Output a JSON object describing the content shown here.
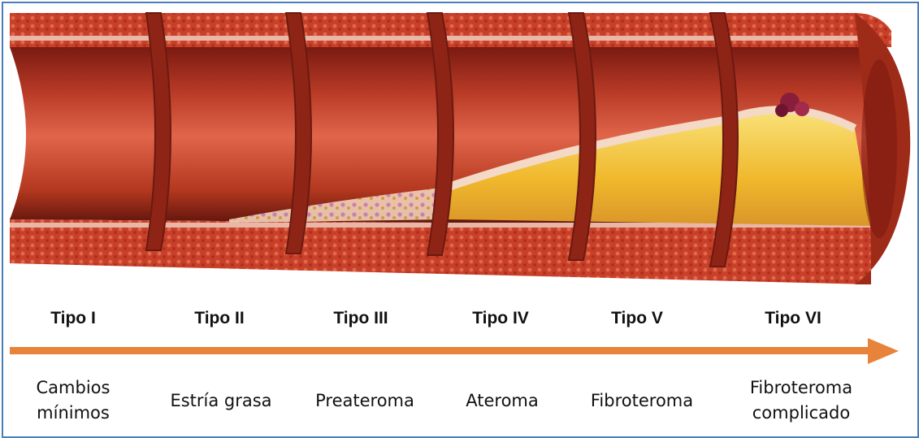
{
  "stages": [
    {
      "type": "Tipo I",
      "description_lines": [
        "Cambios",
        "mínimos"
      ]
    },
    {
      "type": "Tipo II",
      "description_lines": [
        "Estría grasa"
      ]
    },
    {
      "type": "Tipo III",
      "description_lines": [
        "Preateroma"
      ]
    },
    {
      "type": "Tipo IV",
      "description_lines": [
        "Ateroma"
      ]
    },
    {
      "type": "Tipo V",
      "description_lines": [
        "Fibroteroma"
      ]
    },
    {
      "type": "Tipo VI",
      "description_lines": [
        "Fibroteroma",
        "complicado"
      ]
    }
  ],
  "colors": {
    "frame_border": "#4a7ebb",
    "arrow": "#e8833a",
    "artery_wall": "#c8402a",
    "artery_lumen": "#d9553a",
    "plaque": "#f2c232"
  }
}
